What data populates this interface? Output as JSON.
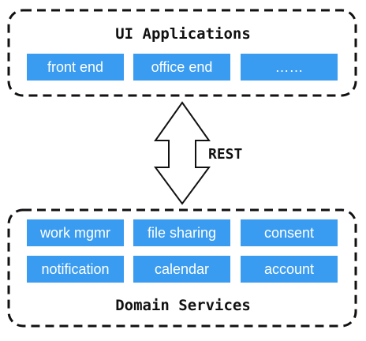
{
  "ui_applications": {
    "title": "UI Applications",
    "items": [
      {
        "label": "front end"
      },
      {
        "label": "office end"
      },
      {
        "label": "……"
      }
    ]
  },
  "connector": {
    "label": "REST"
  },
  "domain_services": {
    "title": "Domain Services",
    "items": [
      {
        "label": "work mgmr"
      },
      {
        "label": "file sharing"
      },
      {
        "label": "consent"
      },
      {
        "label": "notification"
      },
      {
        "label": "calendar"
      },
      {
        "label": "account"
      }
    ]
  },
  "colors": {
    "box_fill": "#3a9cf0",
    "box_text": "#ffffff",
    "border": "#111111"
  }
}
